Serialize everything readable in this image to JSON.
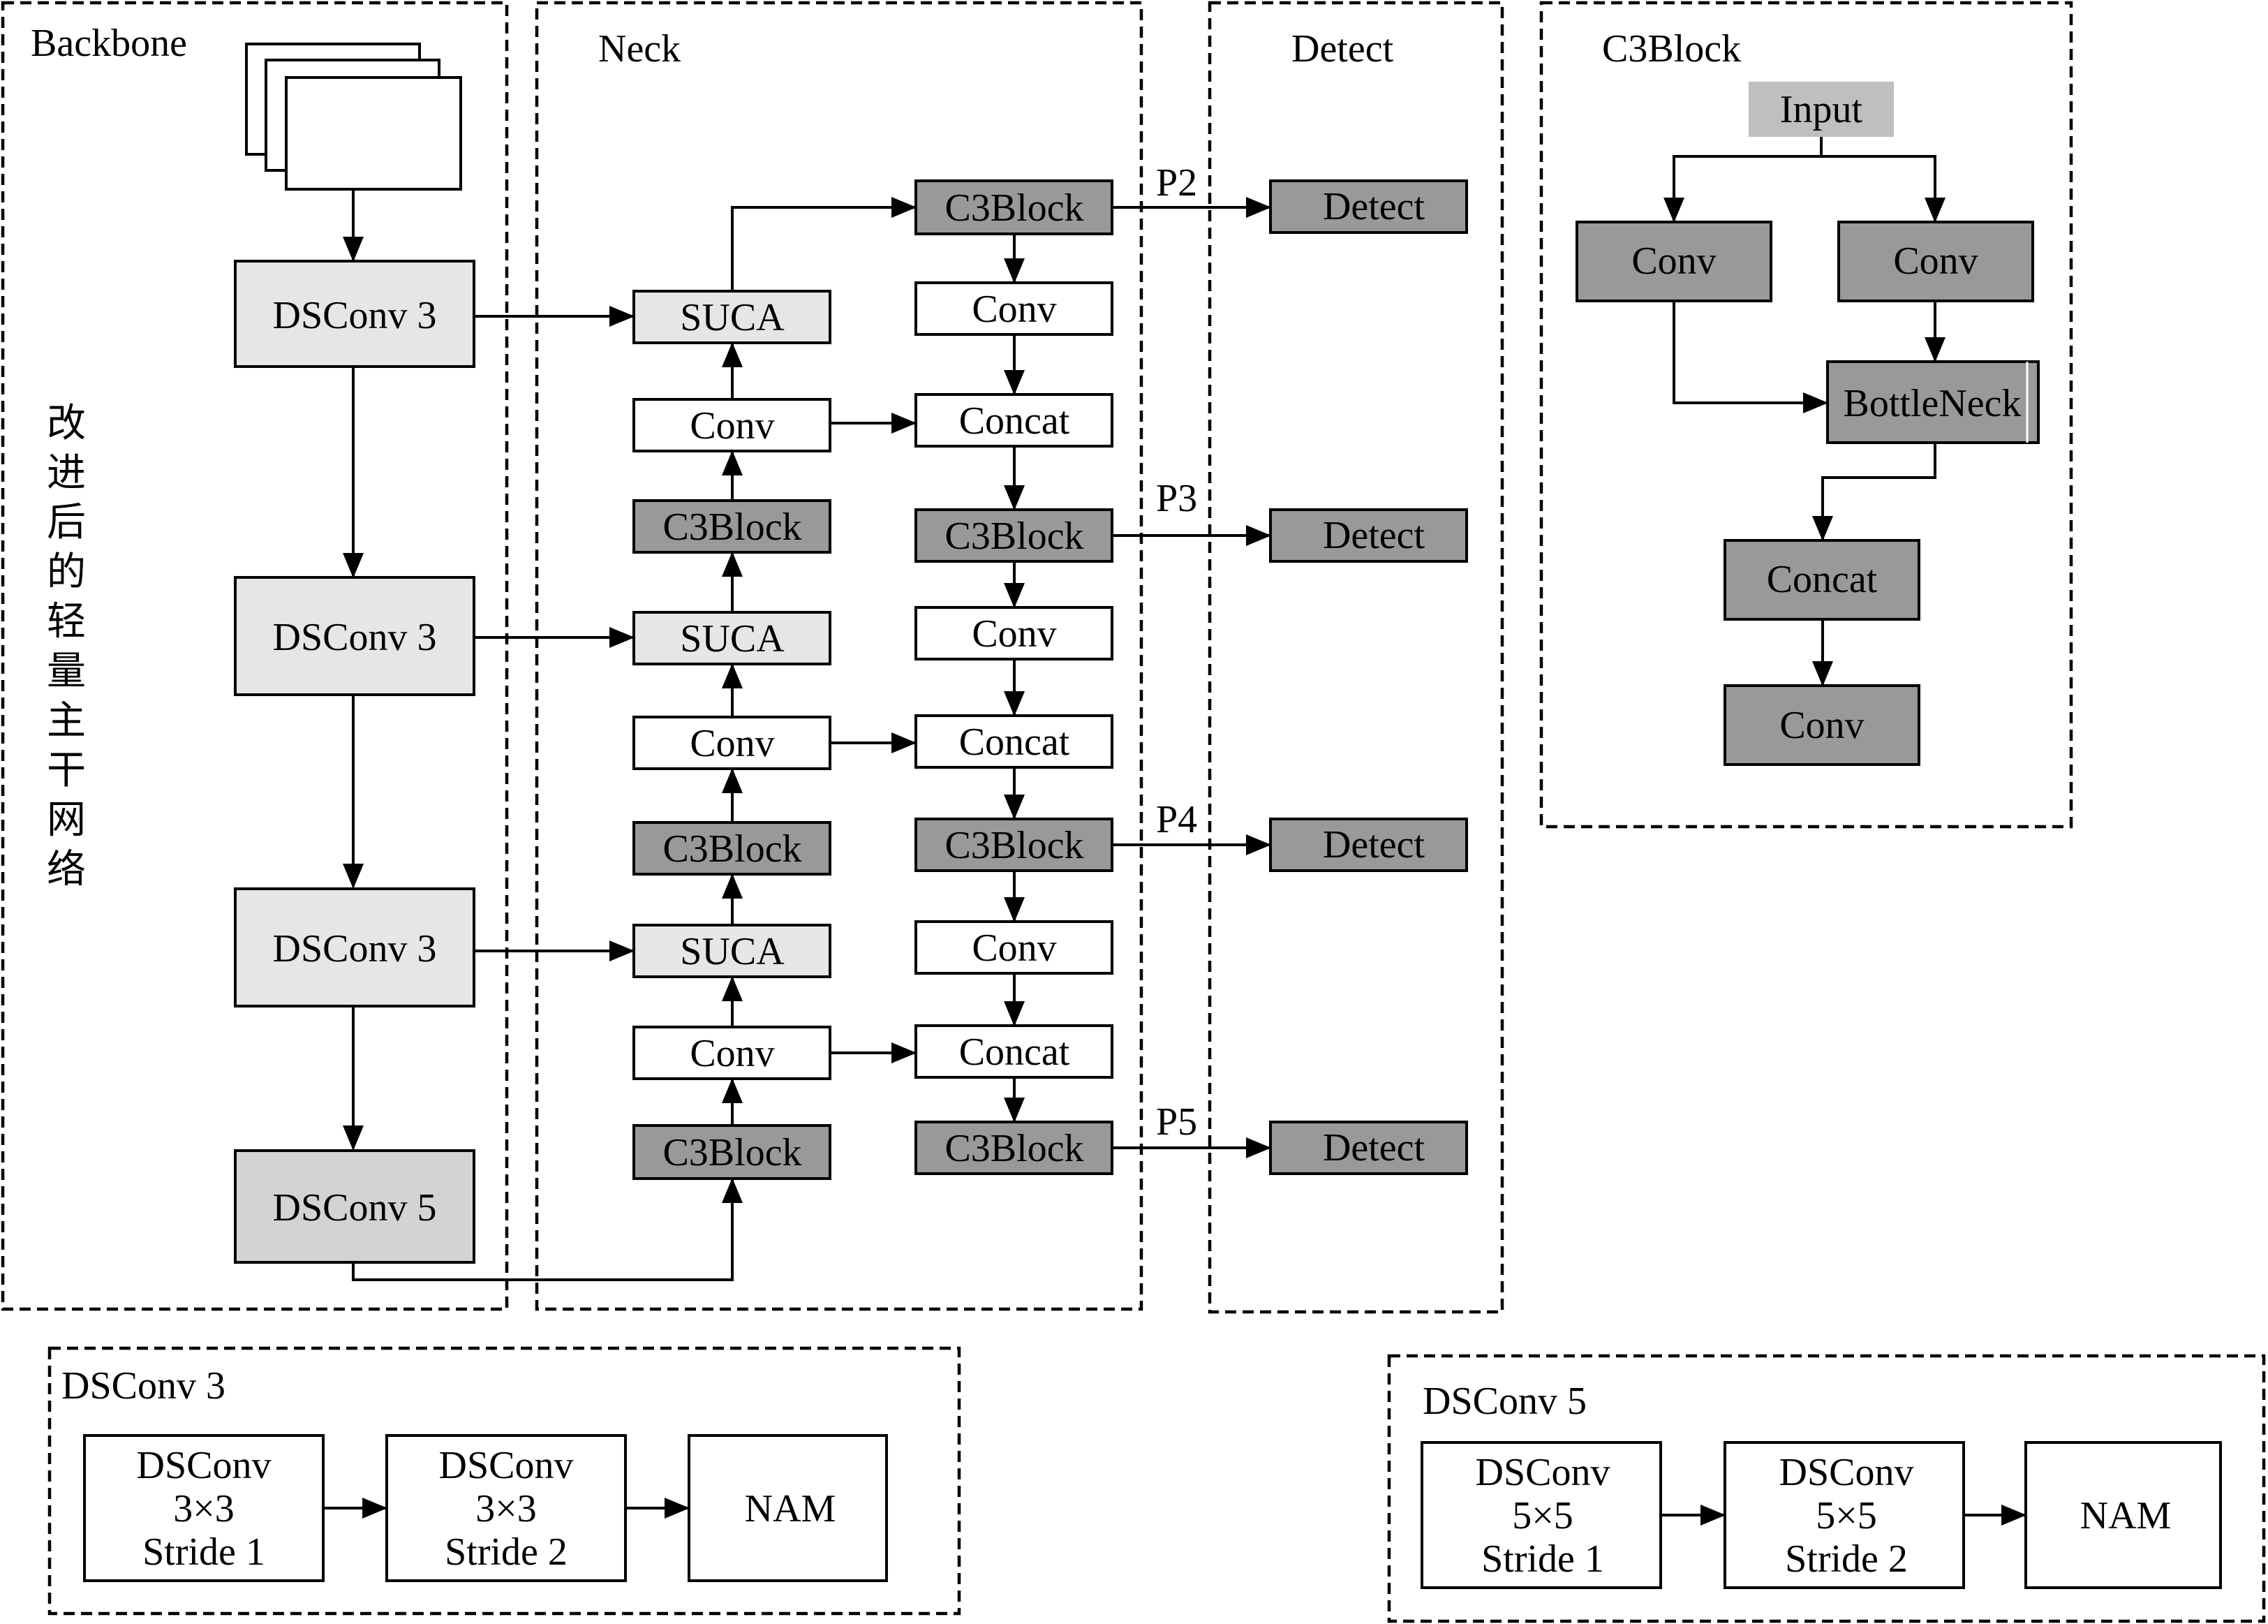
{
  "colors": {
    "light_gray": "#e6e6e6",
    "mid_gray": "#d3d3d3",
    "dark_gray": "#999999",
    "input_gray": "#bfbfbf",
    "white": "#ffffff",
    "line": "#000000"
  },
  "sections": {
    "backbone": "Backbone",
    "neck": "Neck",
    "detect": "Detect",
    "c3block": "C3Block",
    "dsconv3": "DSConv 3",
    "dsconv5": "DSConv 5"
  },
  "backbone": {
    "vertical_label": [
      "改",
      "进",
      "后",
      "的",
      "轻",
      "量",
      "主",
      "干",
      "网",
      "络"
    ],
    "stage1": "DSConv 3",
    "stage2": "DSConv 3",
    "stage3": "DSConv 3",
    "stage4": "DSConv 5"
  },
  "neck": {
    "left": {
      "suca1": "SUCA",
      "conv1": "Conv",
      "c3b1": "C3Block",
      "suca2": "SUCA",
      "conv2": "Conv",
      "c3b2": "C3Block",
      "suca3": "SUCA",
      "conv3": "Conv",
      "c3b3": "C3Block"
    },
    "right": {
      "c3b1": "C3Block",
      "conv1": "Conv",
      "concat1": "Concat",
      "c3b2": "C3Block",
      "conv2": "Conv",
      "concat2": "Concat",
      "c3b3": "C3Block",
      "conv3": "Conv",
      "concat3": "Concat",
      "c3b4": "C3Block"
    }
  },
  "outputs": [
    "P2",
    "P3",
    "P4",
    "P5"
  ],
  "heads": [
    "Detect",
    "Detect",
    "Detect",
    "Detect"
  ],
  "c3block_detail": {
    "input": "Input",
    "conv_left": "Conv",
    "conv_right": "Conv",
    "bottleneck": "BottleNeck",
    "concat": "Concat",
    "conv_out": "Conv"
  },
  "dsconv3_detail": {
    "block1": [
      "DSConv",
      "3×3",
      "Stride 1"
    ],
    "block2": [
      "DSConv",
      "3×3",
      "Stride 2"
    ],
    "block3": "NAM"
  },
  "dsconv5_detail": {
    "block1": [
      "DSConv",
      "5×5",
      "Stride 1"
    ],
    "block2": [
      "DSConv",
      "5×5",
      "Stride 2"
    ],
    "block3": "NAM"
  }
}
